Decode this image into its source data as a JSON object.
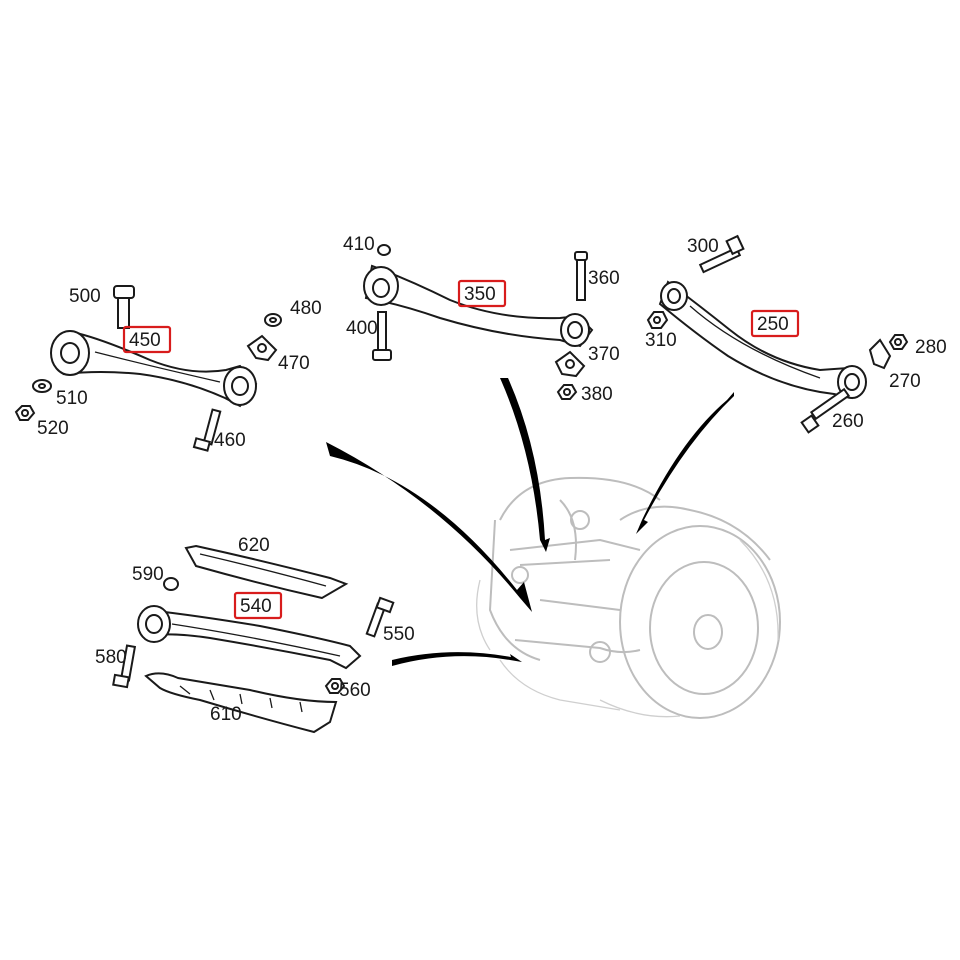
{
  "labels": {
    "l250": "250",
    "l260": "260",
    "l270": "270",
    "l280": "280",
    "l300": "300",
    "l310": "310",
    "l350": "350",
    "l360": "360",
    "l370": "370",
    "l380": "380",
    "l400": "400",
    "l410": "410",
    "l450": "450",
    "l460": "460",
    "l470": "470",
    "l480": "480",
    "l500": "500",
    "l510": "510",
    "l520": "520",
    "l540": "540",
    "l550": "550",
    "l560": "560",
    "l580": "580",
    "l590": "590",
    "l610": "610",
    "l620": "620"
  },
  "highlight_color": "#d81c1c"
}
